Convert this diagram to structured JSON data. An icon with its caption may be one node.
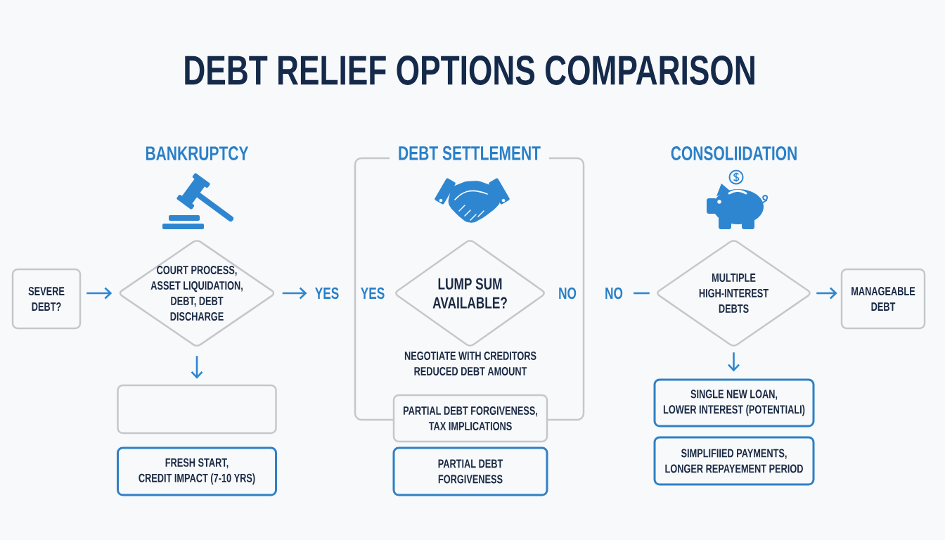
{
  "diagram": {
    "title": "DEBT RELIEF OPTIONS COMPARISON",
    "nodes": [
      {
        "text": [
          "SEVERE DEBT?"
        ]
      },
      {
        "text": [
          "COURT PROCESS, ASSET LIQUIDATION, DEBT, DEBT DISCHARGE"
        ]
      },
      {
        "text": [
          "YES"
        ]
      },
      {
        "text": [
          "DEBT SETTLEMENT"
        ]
      },
      {
        "text": [
          "LUMP SUM AVAILABLE?"
        ],
        "in": 3,
        "beside": [
          "YES",
          "NO"
        ]
      },
      {
        "text": [
          "NO"
        ]
      },
      {
        "text": [
          "MULTIPLE HIGH-INTEREST DEBTS"
        ]
      },
      {
        "text": [
          "MANAGEABLE DEBT"
        ]
      },
      {
        "text": [],
        "shape": "box"
      },
      {
        "text": [
          "PARTIAL DEBT FORGIVENESS, TAX IMPLICATIONS"
        ]
      },
      {
        "text": [
          "SINGLE NEW LOAN, LOWER INTEREST (POTENTIALI)"
        ]
      },
      {
        "text": [
          "FRESH START, CREDIT IMPACT (7-10 YRS)"
        ]
      },
      {
        "text": [
          "PARTIAL DEBT FORGIVENESS"
        ]
      },
      {
        "text": [
          "SIMPLIFIIED PAYMENTS, LONGER REPAYEMENT PERIOD"
        ]
      }
    ],
    "edges": [
      {
        "from": 0,
        "to": 1,
        "arrow": "to"
      },
      {
        "from": 1,
        "to": 2,
        "arrow": "to"
      },
      {
        "from": 1,
        "to": 8,
        "arrow": "to"
      },
      {
        "from": 5,
        "to": 6,
        "arrow": "none"
      },
      {
        "from": 6,
        "to": 7,
        "arrow": "to"
      },
      {
        "from": 6,
        "to": 10,
        "arrow": "to"
      }
    ],
    "labels": [
      "BANKRUPTCY",
      "CONSOLIIDATION",
      "NEGOTIATE WITH CREDITORS REDUCED DEBT AMOUNT"
    ]
  }
}
